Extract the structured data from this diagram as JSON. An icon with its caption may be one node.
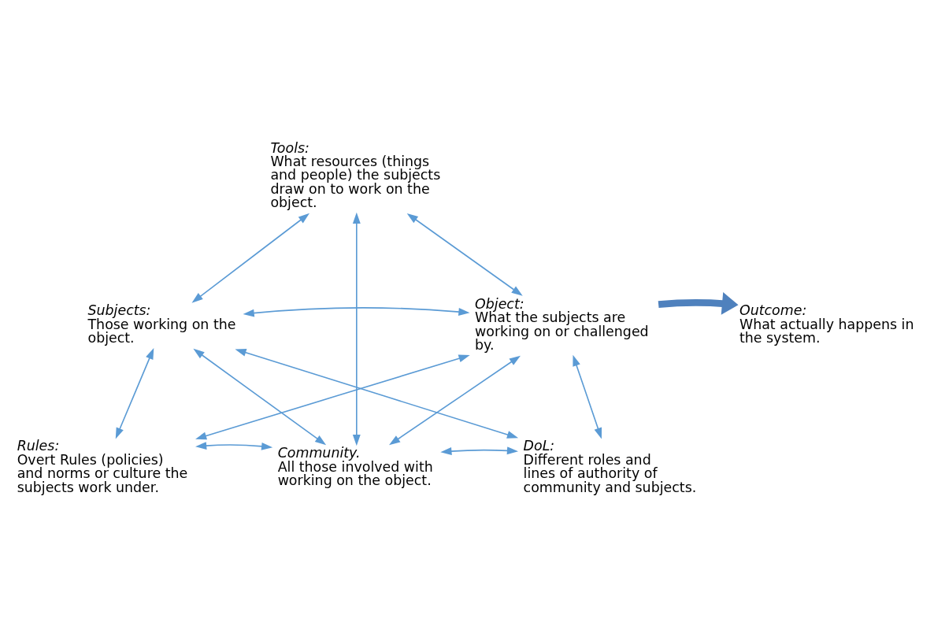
{
  "diagram": {
    "nodes": [
      {
        "text": [
          "Tools:",
          "What resources (things and people) the subjects draw on to work on the object."
        ]
      },
      {
        "text": [
          "Subjects:",
          "Those working on the object."
        ]
      },
      {
        "text": [
          "Object:",
          "What the subjects are working on or challenged by."
        ]
      },
      {
        "text": [
          "Rules:",
          "Overt Rules (policies) and norms or culture the subjects work under."
        ]
      },
      {
        "text": [
          "Community.",
          "All those involved with working on the object."
        ]
      },
      {
        "text": [
          "DoL:",
          "Different roles and lines of authority of community and subjects."
        ]
      },
      {
        "text": [
          "Outcome:",
          "What actually happens in the system."
        ]
      }
    ],
    "edges": [
      {
        "from": 0,
        "to": 1,
        "arrow": "both"
      },
      {
        "from": 0,
        "to": 2,
        "arrow": "both"
      },
      {
        "from": 0,
        "to": 4,
        "arrow": "both"
      },
      {
        "from": 1,
        "to": 2,
        "arrow": "both"
      },
      {
        "from": 1,
        "to": 3,
        "arrow": "both"
      },
      {
        "from": 1,
        "to": 4,
        "arrow": "both"
      },
      {
        "from": 1,
        "to": 5,
        "arrow": "both"
      },
      {
        "from": 2,
        "to": 3,
        "arrow": "both"
      },
      {
        "from": 2,
        "to": 4,
        "arrow": "both"
      },
      {
        "from": 2,
        "to": 5,
        "arrow": "both"
      },
      {
        "from": 3,
        "to": 4,
        "arrow": "both"
      },
      {
        "from": 4,
        "to": 5,
        "arrow": "both"
      },
      {
        "from": 2,
        "to": 6,
        "arrow": "to",
        "style": "thick",
        "color": "#4f81bd"
      }
    ]
  }
}
